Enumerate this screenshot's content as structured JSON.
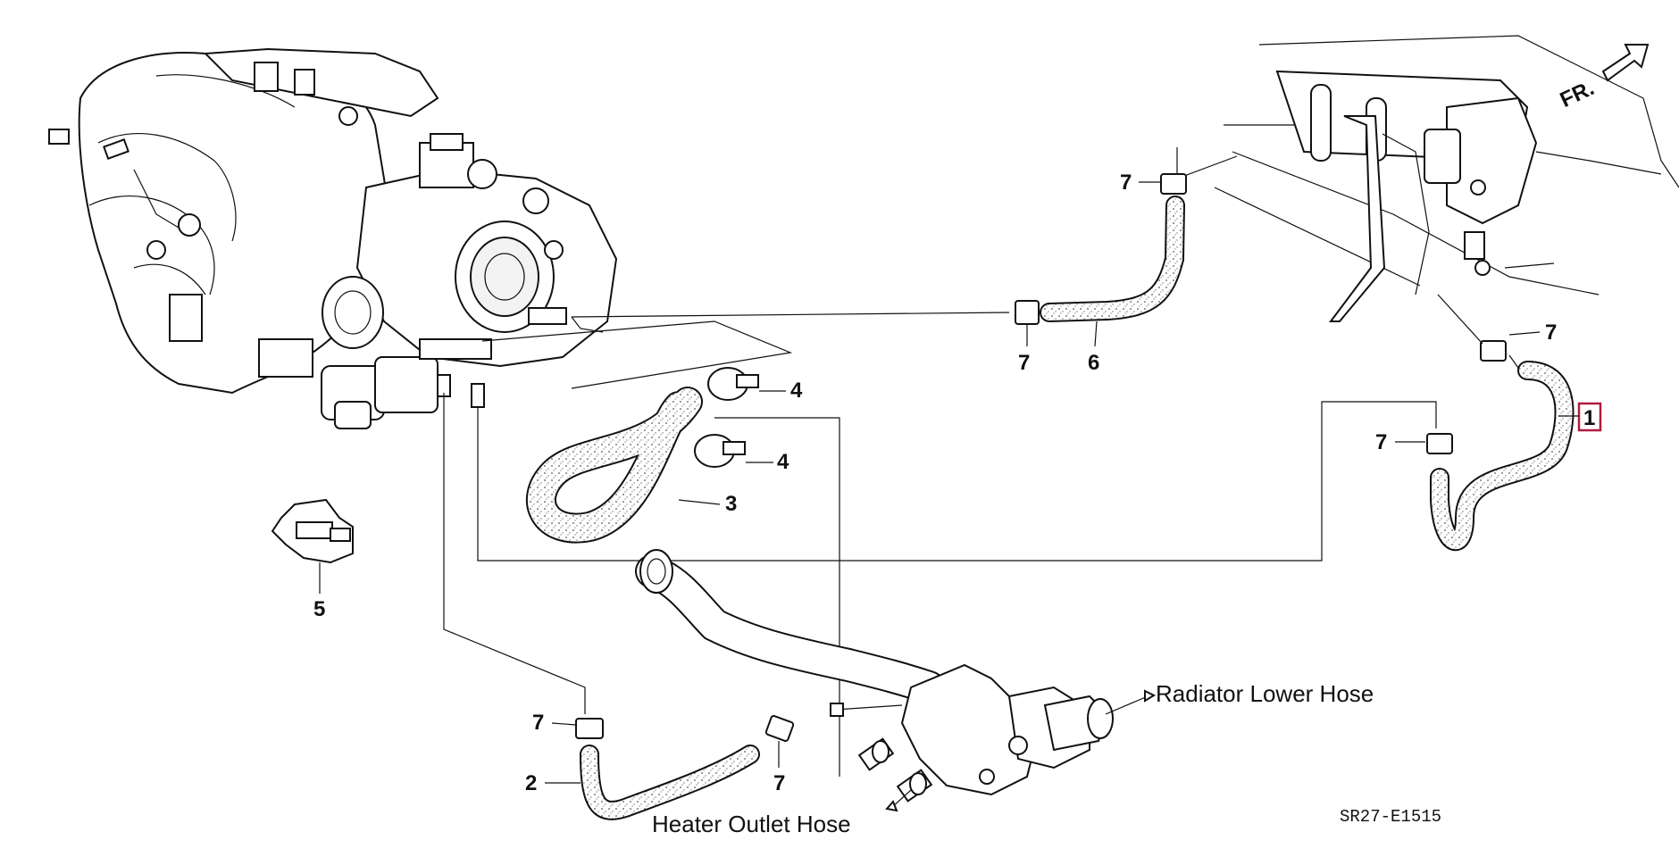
{
  "diagram": {
    "code": "SR27-E1515",
    "direction_label": "FR.",
    "callouts": {
      "p1": "1",
      "p2": "2",
      "p3": "3",
      "p4a": "4",
      "p4b": "4",
      "p5": "5",
      "p6": "6",
      "p7_a": "7",
      "p7_b": "7",
      "p7_c": "7",
      "p7_d": "7",
      "p7_e": "7",
      "p7_f": "7"
    },
    "labels": {
      "radiator_lower_hose": "Radiator Lower Hose",
      "heater_outlet_hose": "Heater Outlet Hose"
    },
    "highlight_color": "#b01c3c"
  }
}
